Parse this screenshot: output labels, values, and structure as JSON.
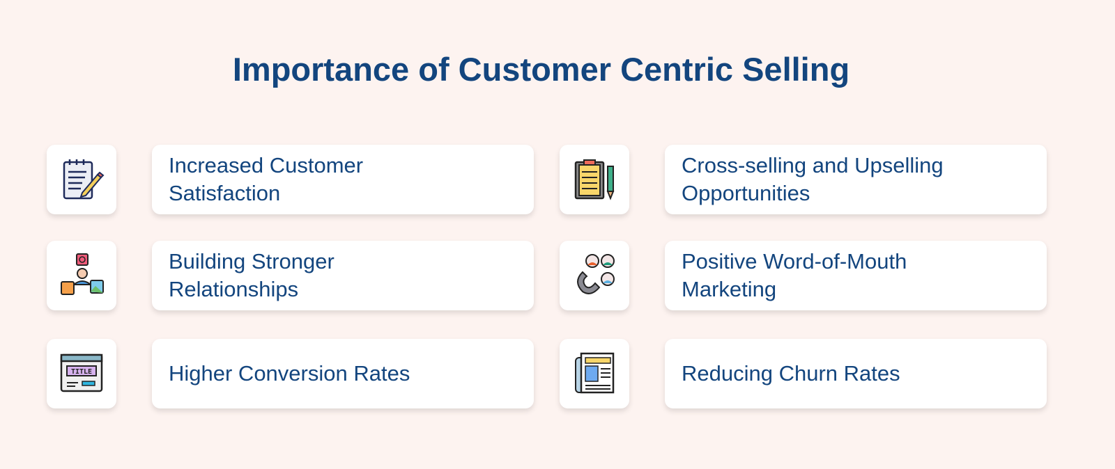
{
  "title": "Importance of Customer Centric Selling",
  "items": [
    {
      "label": "Increased Customer Satisfaction",
      "icon": "notepad-pencil-icon"
    },
    {
      "label": "Cross-selling and Upselling Opportunities",
      "icon": "clipboard-pencil-icon"
    },
    {
      "label": "Building Stronger Relationships",
      "icon": "person-media-icon"
    },
    {
      "label": "Positive Word-of-Mouth Marketing",
      "icon": "magnet-people-icon"
    },
    {
      "label": "Higher Conversion Rates",
      "icon": "title-webpage-icon"
    },
    {
      "label": "Reducing Churn Rates",
      "icon": "newspaper-icon"
    }
  ],
  "icon_text": "TITLE",
  "colors": {
    "background": "#fdf3f0",
    "text": "#13457e"
  }
}
